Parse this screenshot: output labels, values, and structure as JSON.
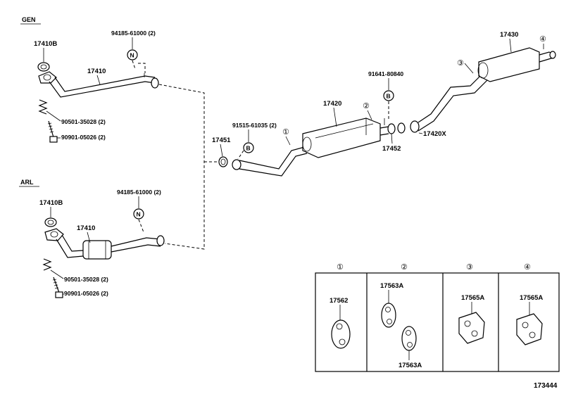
{
  "sections": {
    "gen": "GEN",
    "arl": "ARL"
  },
  "parts": {
    "gasket_17410b_gen": "17410B",
    "pipe_17410_gen": "17410",
    "nut_94185_gen": "94185-61000 (2)",
    "spring_90501_gen": "90501-35028 (2)",
    "bolt_90901_gen": "90901-05026 (2)",
    "gasket_17410b_arl": "17410B",
    "pipe_17410_arl": "17410",
    "nut_94185_arl": "94185-61000 (2)",
    "spring_90501_arl": "90501-35028 (2)",
    "bolt_90901_arl": "90901-05026 (2)",
    "gasket_17451": "17451",
    "bolt_91515": "91515-61035 (2)",
    "muffler_17420": "17420",
    "bolt_91641": "91641-80840",
    "gasket_17452": "17452",
    "pipe_17420x": "17420X",
    "tail_17430": "17430"
  },
  "symbols": {
    "n": "N",
    "b": "B"
  },
  "markers": {
    "m1": "①",
    "m2": "②",
    "m3": "③",
    "m4": "④"
  },
  "hangers": {
    "h1": {
      "marker": "①",
      "part": "17562"
    },
    "h2": {
      "marker": "②",
      "part_top": "17563A",
      "part_bottom": "17563A"
    },
    "h3": {
      "marker": "③",
      "part": "17565A"
    },
    "h4": {
      "marker": "④",
      "part": "17565A"
    }
  },
  "figure_number": "173444"
}
